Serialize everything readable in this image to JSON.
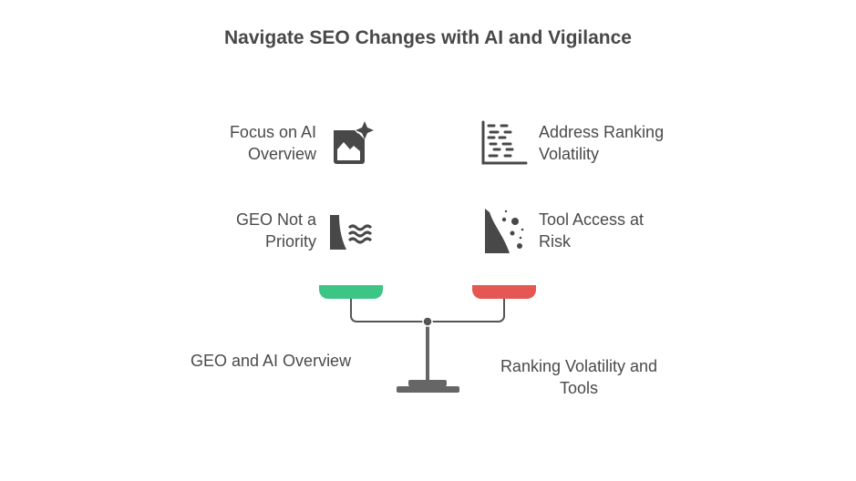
{
  "title": "Navigate SEO Changes with AI and Vigilance",
  "left": {
    "items": [
      {
        "line1": "Focus on AI",
        "line2": "Overview",
        "icon": "image-sparkle-icon"
      },
      {
        "line1": "GEO Not a",
        "line2": "Priority",
        "icon": "dam-water-icon"
      }
    ],
    "caption": "GEO and AI Overview",
    "color": "#3cc585"
  },
  "right": {
    "items": [
      {
        "line1": "Address Ranking",
        "line2": "Volatility",
        "icon": "scatter-dashes-chart-icon"
      },
      {
        "line1": "Tool Access at",
        "line2": "Risk",
        "icon": "landslide-icon"
      }
    ],
    "caption1": "Ranking Volatility and",
    "caption2": "Tools",
    "color": "#e55753"
  }
}
